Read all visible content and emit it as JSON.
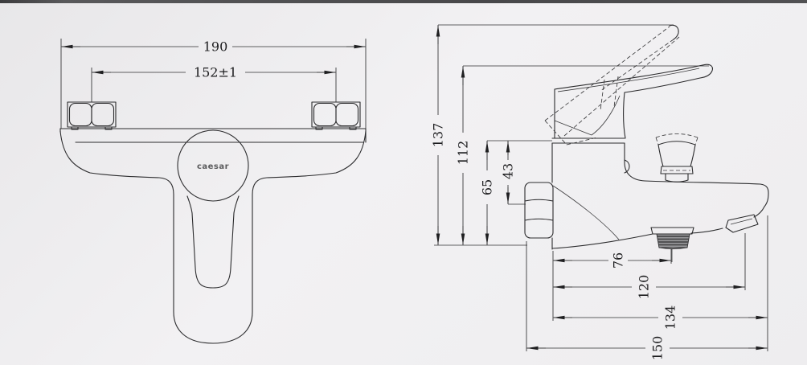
{
  "brand_logo": "caesar",
  "front_view": {
    "overall_width": "190",
    "inlet_spacing": "152±1"
  },
  "side_view": {
    "height_handle_up": "137",
    "height_handle_down": "112",
    "body_top_height": "65",
    "inlet_center_offset": "43",
    "shower_outlet_reach": "76",
    "aerator_reach": "120",
    "spout_reach": "134",
    "overall_depth": "150"
  },
  "colors": {
    "line": "#2c2c2e",
    "background": "#efeef0",
    "top_strip": "#48484a"
  }
}
